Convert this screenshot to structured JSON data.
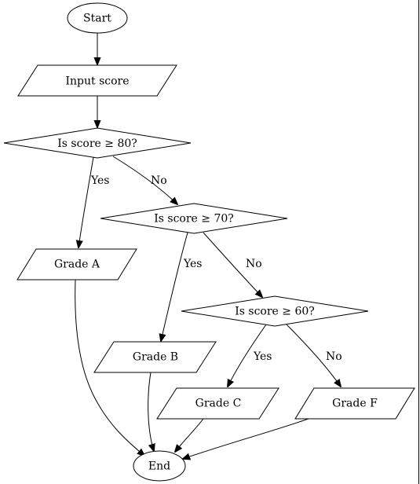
{
  "nodes": {
    "start": "Start",
    "input": "Input score",
    "q80": "Is score ≥ 80?",
    "q70": "Is score ≥ 70?",
    "q60": "Is score ≥ 60?",
    "grade_a": "Grade A",
    "grade_b": "Grade B",
    "grade_c": "Grade C",
    "grade_f": "Grade F",
    "end": "End"
  },
  "edge_labels": {
    "q80_yes": "Yes",
    "q80_no": "No",
    "q70_yes": "Yes",
    "q70_no": "No",
    "q60_yes": "Yes",
    "q60_no": "No"
  }
}
